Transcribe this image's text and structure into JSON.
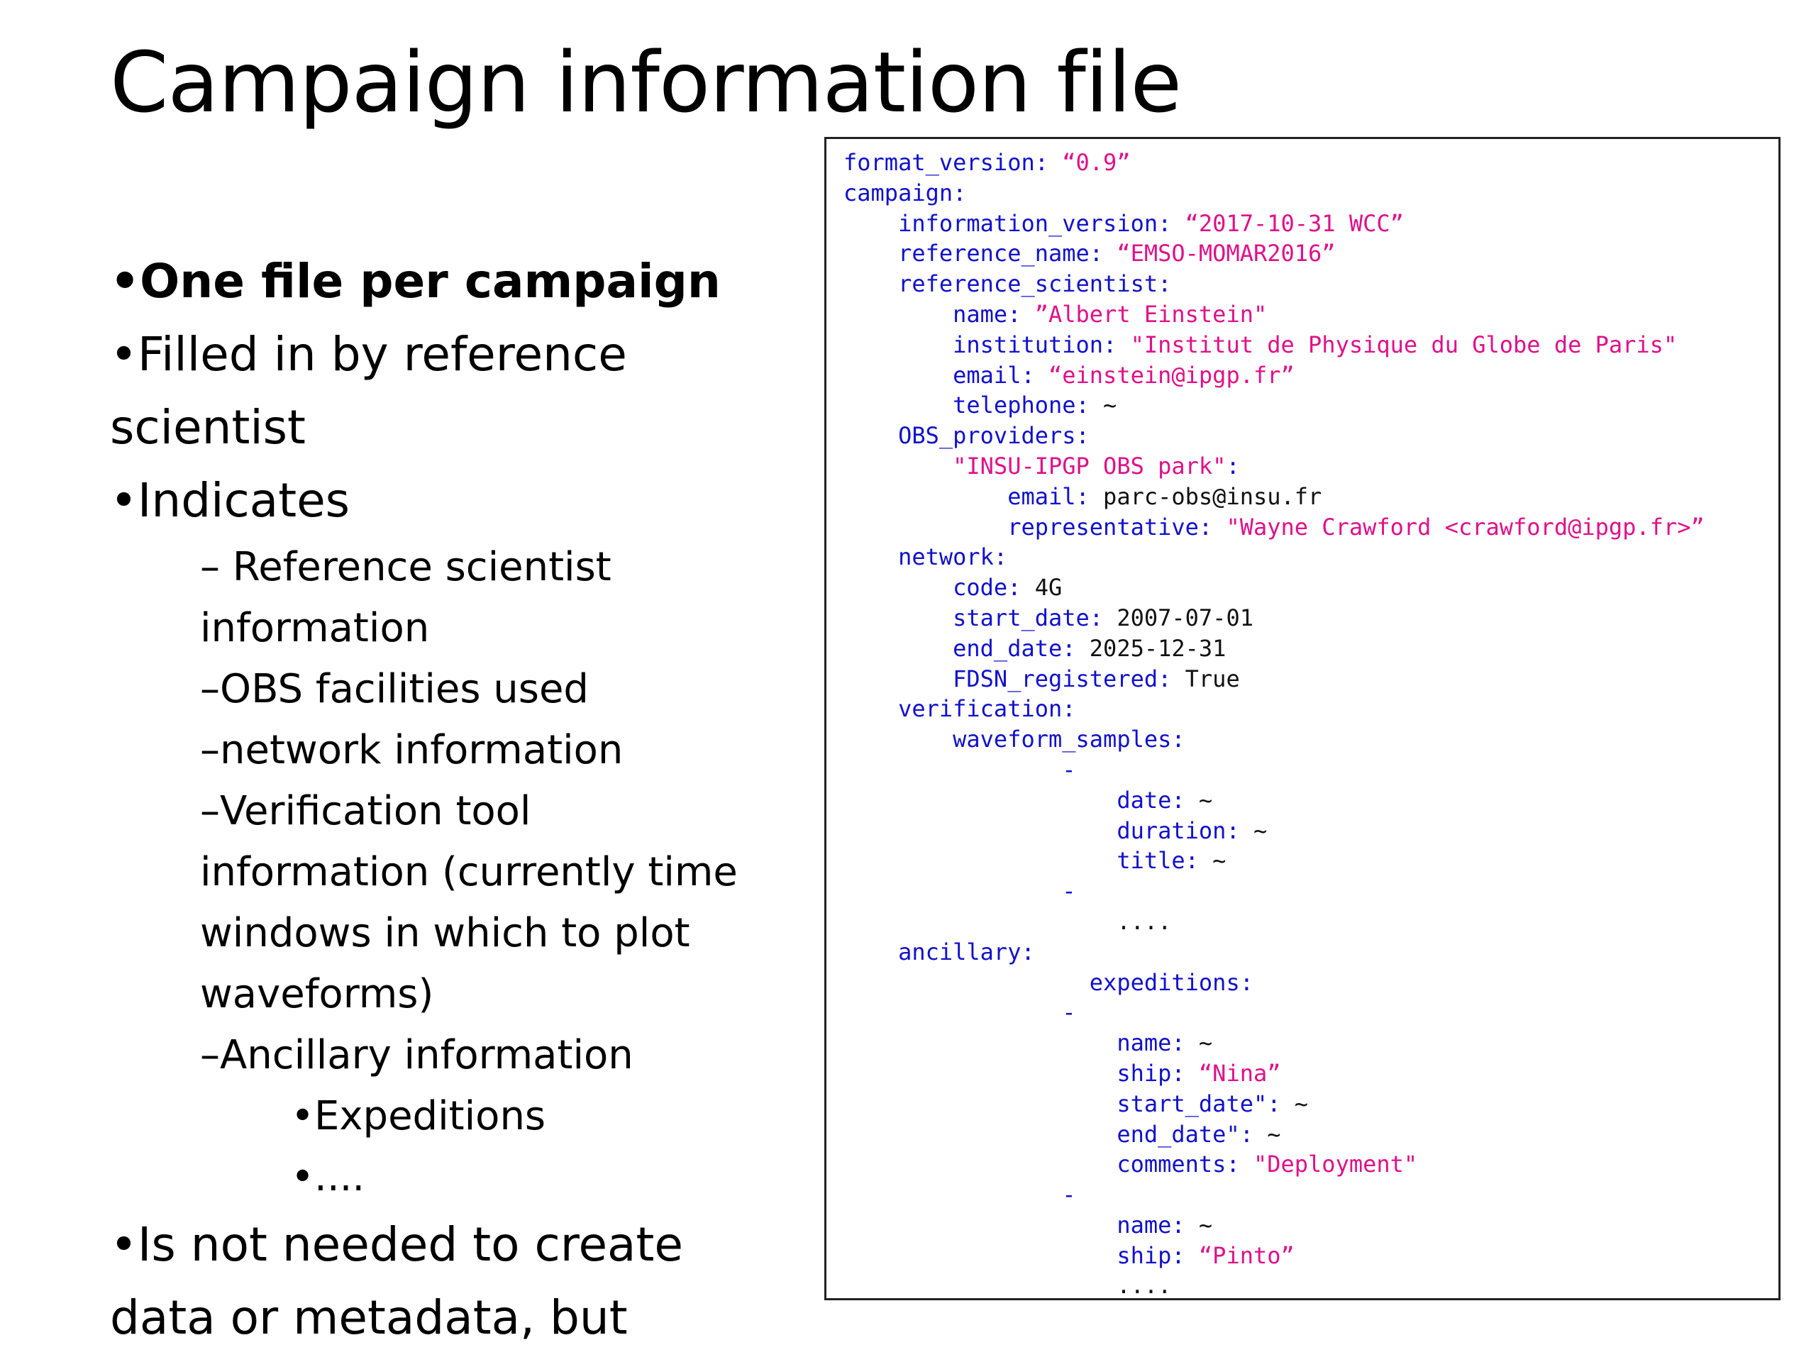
{
  "slide": {
    "title": "Campaign information file"
  },
  "bullets": [
    {
      "level": 1,
      "bold": true,
      "text": "•One file per campaign"
    },
    {
      "level": 1,
      "bold": false,
      "text": "•Filled in by reference"
    },
    {
      "level": 1,
      "bold": false,
      "text": "scientist"
    },
    {
      "level": 1,
      "bold": false,
      "text": "•Indicates"
    },
    {
      "level": 2,
      "text": "– Reference scientist"
    },
    {
      "level": 2,
      "text": "information"
    },
    {
      "level": 2,
      "text": "–OBS facilities used"
    },
    {
      "level": 2,
      "text": "–network information"
    },
    {
      "level": 2,
      "text": "–Verification tool"
    },
    {
      "level": 2,
      "text": "information (currently time"
    },
    {
      "level": 2,
      "text": "windows in which to plot"
    },
    {
      "level": 2,
      "text": "waveforms)"
    },
    {
      "level": 2,
      "text": "–Ancillary information"
    },
    {
      "level": 3,
      "text": "•Expeditions"
    },
    {
      "level": 3,
      "text": "•...."
    },
    {
      "level": 1,
      "bold": false,
      "text": "•Is not needed to create"
    },
    {
      "level": 1,
      "bold": false,
      "text": "data or metadata, but"
    }
  ],
  "code": [
    {
      "indent": 0,
      "key": "format_version:",
      "value": " “0.9”",
      "vtype": "str"
    },
    {
      "indent": 0,
      "key": "campaign:",
      "value": "",
      "vtype": "none"
    },
    {
      "indent": 1,
      "key": "information_version:",
      "value": " “2017-10-31 WCC”",
      "vtype": "str"
    },
    {
      "indent": 1,
      "key": "reference_name:",
      "value": " “EMSO-MOMAR2016”",
      "vtype": "str"
    },
    {
      "indent": 1,
      "key": "reference_scientist:",
      "value": "",
      "vtype": "none"
    },
    {
      "indent": 2,
      "key": "name:",
      "value": " ”Albert Einstein\"",
      "vtype": "str"
    },
    {
      "indent": 2,
      "key": "institution:",
      "value": " \"Institut de Physique du Globe de Paris\"",
      "vtype": "str"
    },
    {
      "indent": 2,
      "key": "email:",
      "value": " “einstein@ipgp.fr”",
      "vtype": "str"
    },
    {
      "indent": 2,
      "key": "telephone:",
      "value": " ~",
      "vtype": "plain"
    },
    {
      "indent": 1,
      "key": "OBS_providers:",
      "value": "",
      "vtype": "none"
    },
    {
      "indent": 2,
      "key": "\"INSU-IPGP OBS park\"",
      "value": ":",
      "vtype": "keystr"
    },
    {
      "indent": 3,
      "key": "email:",
      "value": " parc-obs@insu.fr",
      "vtype": "plain"
    },
    {
      "indent": 3,
      "key": "representative:",
      "value": " \"Wayne Crawford <crawford@ipgp.fr>”",
      "vtype": "str"
    },
    {
      "indent": 1,
      "key": "network:",
      "value": "",
      "vtype": "none"
    },
    {
      "indent": 2,
      "key": "code:",
      "value": " 4G",
      "vtype": "plain"
    },
    {
      "indent": 2,
      "key": "start_date:",
      "value": " 2007-07-01",
      "vtype": "plain"
    },
    {
      "indent": 2,
      "key": "end_date:",
      "value": " 2025-12-31",
      "vtype": "plain"
    },
    {
      "indent": 2,
      "key": "FDSN_registered:",
      "value": " True",
      "vtype": "plain"
    },
    {
      "indent": 1,
      "key": "verification:",
      "value": "",
      "vtype": "none"
    },
    {
      "indent": 2,
      "key": "waveform_samples:",
      "value": "",
      "vtype": "none"
    },
    {
      "indent": 4,
      "key": "-",
      "value": "",
      "vtype": "none"
    },
    {
      "indent": 5,
      "key": "date:",
      "value": " ~",
      "vtype": "plain"
    },
    {
      "indent": 5,
      "key": "duration:",
      "value": " ~",
      "vtype": "plain"
    },
    {
      "indent": 5,
      "key": "title:",
      "value": " ~",
      "vtype": "plain"
    },
    {
      "indent": 4,
      "key": "-",
      "value": "",
      "vtype": "none"
    },
    {
      "indent": 5,
      "key": "",
      "value": "....",
      "vtype": "plain"
    },
    {
      "indent": 1,
      "key": "ancillary:",
      "value": "",
      "vtype": "none"
    },
    {
      "indent": 4.5,
      "key": "expeditions:",
      "value": "",
      "vtype": "none"
    },
    {
      "indent": 4,
      "key": "-",
      "value": "",
      "vtype": "none"
    },
    {
      "indent": 5,
      "key": "name:",
      "value": " ~",
      "vtype": "plain"
    },
    {
      "indent": 5,
      "key": "ship:",
      "value": " “Nina”",
      "vtype": "str"
    },
    {
      "indent": 5,
      "key": "start_date\":",
      "value": " ~",
      "vtype": "plain"
    },
    {
      "indent": 5,
      "key": "end_date\":",
      "value": " ~",
      "vtype": "plain"
    },
    {
      "indent": 5,
      "key": "comments:",
      "value": " \"Deployment\"",
      "vtype": "str"
    },
    {
      "indent": 4,
      "key": "-",
      "value": "",
      "vtype": "none"
    },
    {
      "indent": 5,
      "key": "name:",
      "value": " ~",
      "vtype": "plain"
    },
    {
      "indent": 5,
      "key": "ship:",
      "value": " “Pinto”",
      "vtype": "str"
    },
    {
      "indent": 5,
      "key": "",
      "value": "....",
      "vtype": "plain"
    }
  ],
  "colors": {
    "key": "#1111cc",
    "string": "#e0108a",
    "plain": "#111111"
  }
}
